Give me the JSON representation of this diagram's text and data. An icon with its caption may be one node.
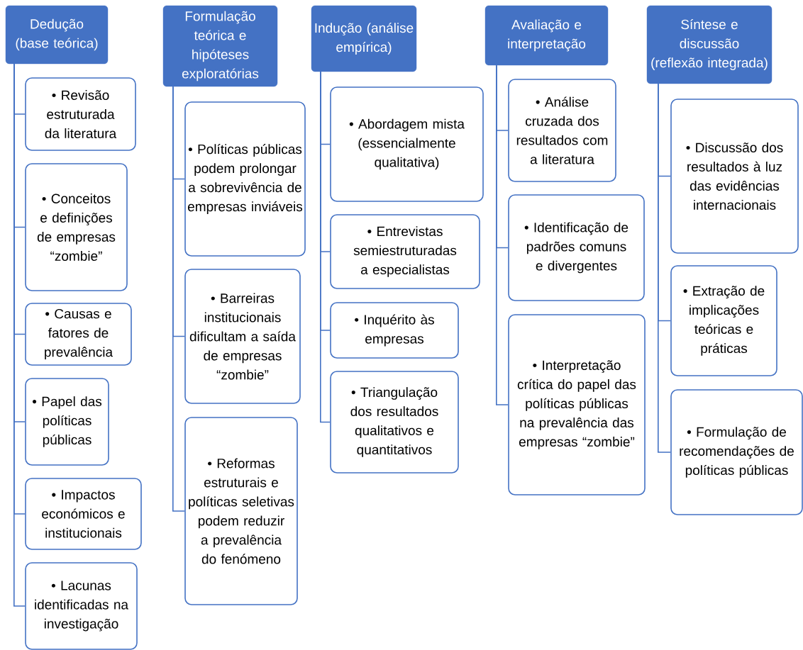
{
  "diagram": {
    "nodes": [
      {
        "text": [
          "Dedução (base teórica)"
        ]
      },
      {
        "text": [
          "• Revisão estruturada da literatura"
        ]
      },
      {
        "text": [
          "• Conceitos e definições de empresas “zombie”"
        ]
      },
      {
        "text": [
          "• Causas e fatores de prevalência"
        ]
      },
      {
        "text": [
          "• Papel das políticas públicas"
        ]
      },
      {
        "text": [
          "• Impactos económicos e institucionais"
        ]
      },
      {
        "text": [
          "• Lacunas identificadas na investigação"
        ]
      },
      {
        "text": [
          "Formulação teórica e hipóteses exploratórias"
        ]
      },
      {
        "text": [
          "• Políticas públicas podem prolongar a sobrevivência de empresas inviáveis"
        ]
      },
      {
        "text": [
          "• Barreiras institucionais dificultam a saída de empresas “zombie”"
        ]
      },
      {
        "text": [
          "• Reformas estruturais e políticas seletivas podem reduzir a prevalência do fenómeno"
        ]
      },
      {
        "text": [
          "Indução (análise empírica)"
        ]
      },
      {
        "text": [
          "• Abordagem mista (essencialmente qualitativa)"
        ]
      },
      {
        "text": [
          "• Entrevistas semiestruturadas a especialistas"
        ]
      },
      {
        "text": [
          "• Inquérito às empresas"
        ]
      },
      {
        "text": [
          "• Triangulação dos resultados qualitativos e quantitativos"
        ]
      },
      {
        "text": [
          "Avaliação e interpretação"
        ]
      },
      {
        "text": [
          "• Análise cruzada dos resultados com a literatura"
        ]
      },
      {
        "text": [
          "• Identificação de padrões comuns e divergentes"
        ]
      },
      {
        "text": [
          "• Interpretação crítica do papel das políticas públicas na prevalência das empresas “zombie”"
        ]
      },
      {
        "text": [
          "Síntese e discussão (reflexão integrada)"
        ]
      },
      {
        "text": [
          "• Discussão dos resultados à luz das evidências internacionais"
        ]
      },
      {
        "text": [
          "• Extração de implicações teóricas e práticas"
        ]
      },
      {
        "text": [
          "• Formulação de recomendações de políticas públicas"
        ]
      }
    ],
    "edges": [
      {
        "from": 0,
        "to": 1,
        "arrow": "none"
      },
      {
        "from": 0,
        "to": 2,
        "arrow": "none"
      },
      {
        "from": 0,
        "to": 3,
        "arrow": "none"
      },
      {
        "from": 0,
        "to": 4,
        "arrow": "none"
      },
      {
        "from": 0,
        "to": 5,
        "arrow": "none"
      },
      {
        "from": 0,
        "to": 6,
        "arrow": "none"
      },
      {
        "from": 7,
        "to": 8,
        "arrow": "none"
      },
      {
        "from": 7,
        "to": 9,
        "arrow": "none"
      },
      {
        "from": 7,
        "to": 10,
        "arrow": "none"
      },
      {
        "from": 11,
        "to": 12,
        "arrow": "none"
      },
      {
        "from": 11,
        "to": 13,
        "arrow": "none"
      },
      {
        "from": 11,
        "to": 14,
        "arrow": "none"
      },
      {
        "from": 11,
        "to": 15,
        "arrow": "none"
      },
      {
        "from": 16,
        "to": 17,
        "arrow": "none"
      },
      {
        "from": 16,
        "to": 18,
        "arrow": "none"
      },
      {
        "from": 16,
        "to": 19,
        "arrow": "none"
      },
      {
        "from": 20,
        "to": 21,
        "arrow": "none"
      },
      {
        "from": 20,
        "to": 22,
        "arrow": "none"
      },
      {
        "from": 20,
        "to": 23,
        "arrow": "none"
      }
    ]
  }
}
